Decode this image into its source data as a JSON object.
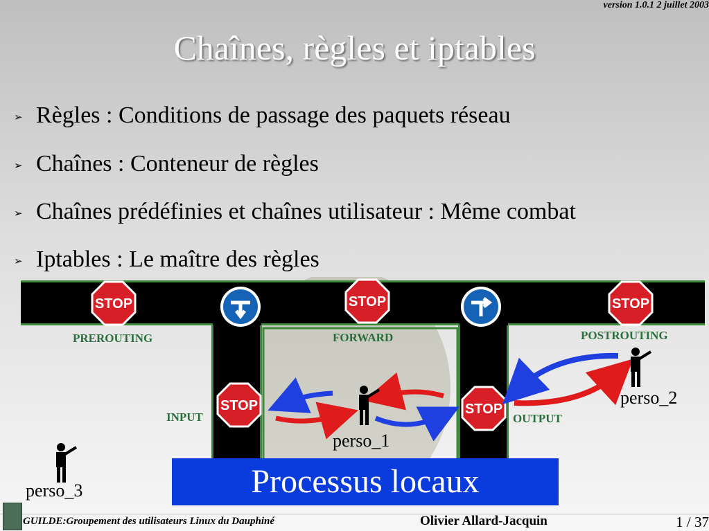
{
  "header": {
    "version": "version 1.0.1   2 juillet 2003",
    "title": "Chaînes, règles et iptables"
  },
  "bullets": [
    {
      "icon": "arrowhead-icon",
      "text": "Règles : Conditions de passage des paquets réseau"
    },
    {
      "icon": "arrowhead-icon",
      "text": "Chaînes : Conteneur de règles"
    },
    {
      "icon": "arrowhead-icon",
      "text": "Chaînes prédéfinies et chaînes utilisateur : Même combat"
    },
    {
      "icon": "arrowhead-icon",
      "text": "Iptables : Le maître des règles"
    }
  ],
  "diagram": {
    "chains": {
      "prerouting": "PREROUTING",
      "forward": "FORWARD",
      "postrouting": "POSTROUTING",
      "input": "INPUT",
      "output": "OUTPUT"
    },
    "stop_sign_text": "STOP",
    "personas": {
      "perso_1": "perso_1",
      "perso_2": "perso_2",
      "perso_3": "perso_3"
    },
    "processus": "Processus locaux",
    "colors": {
      "road": "#000000",
      "stop": "#d61f26",
      "sign_blue": "#1463b6",
      "label_green": "#2b6e3c",
      "arrow_red": "#e01b1b",
      "arrow_blue": "#1f3fe0",
      "processus_bg": "#0a3bdc"
    }
  },
  "footer": {
    "org": "GUILDE:Groupement des utilisateurs Linux du Dauphiné",
    "author": "Olivier Allard-Jacquin",
    "page": "1 / 37"
  }
}
